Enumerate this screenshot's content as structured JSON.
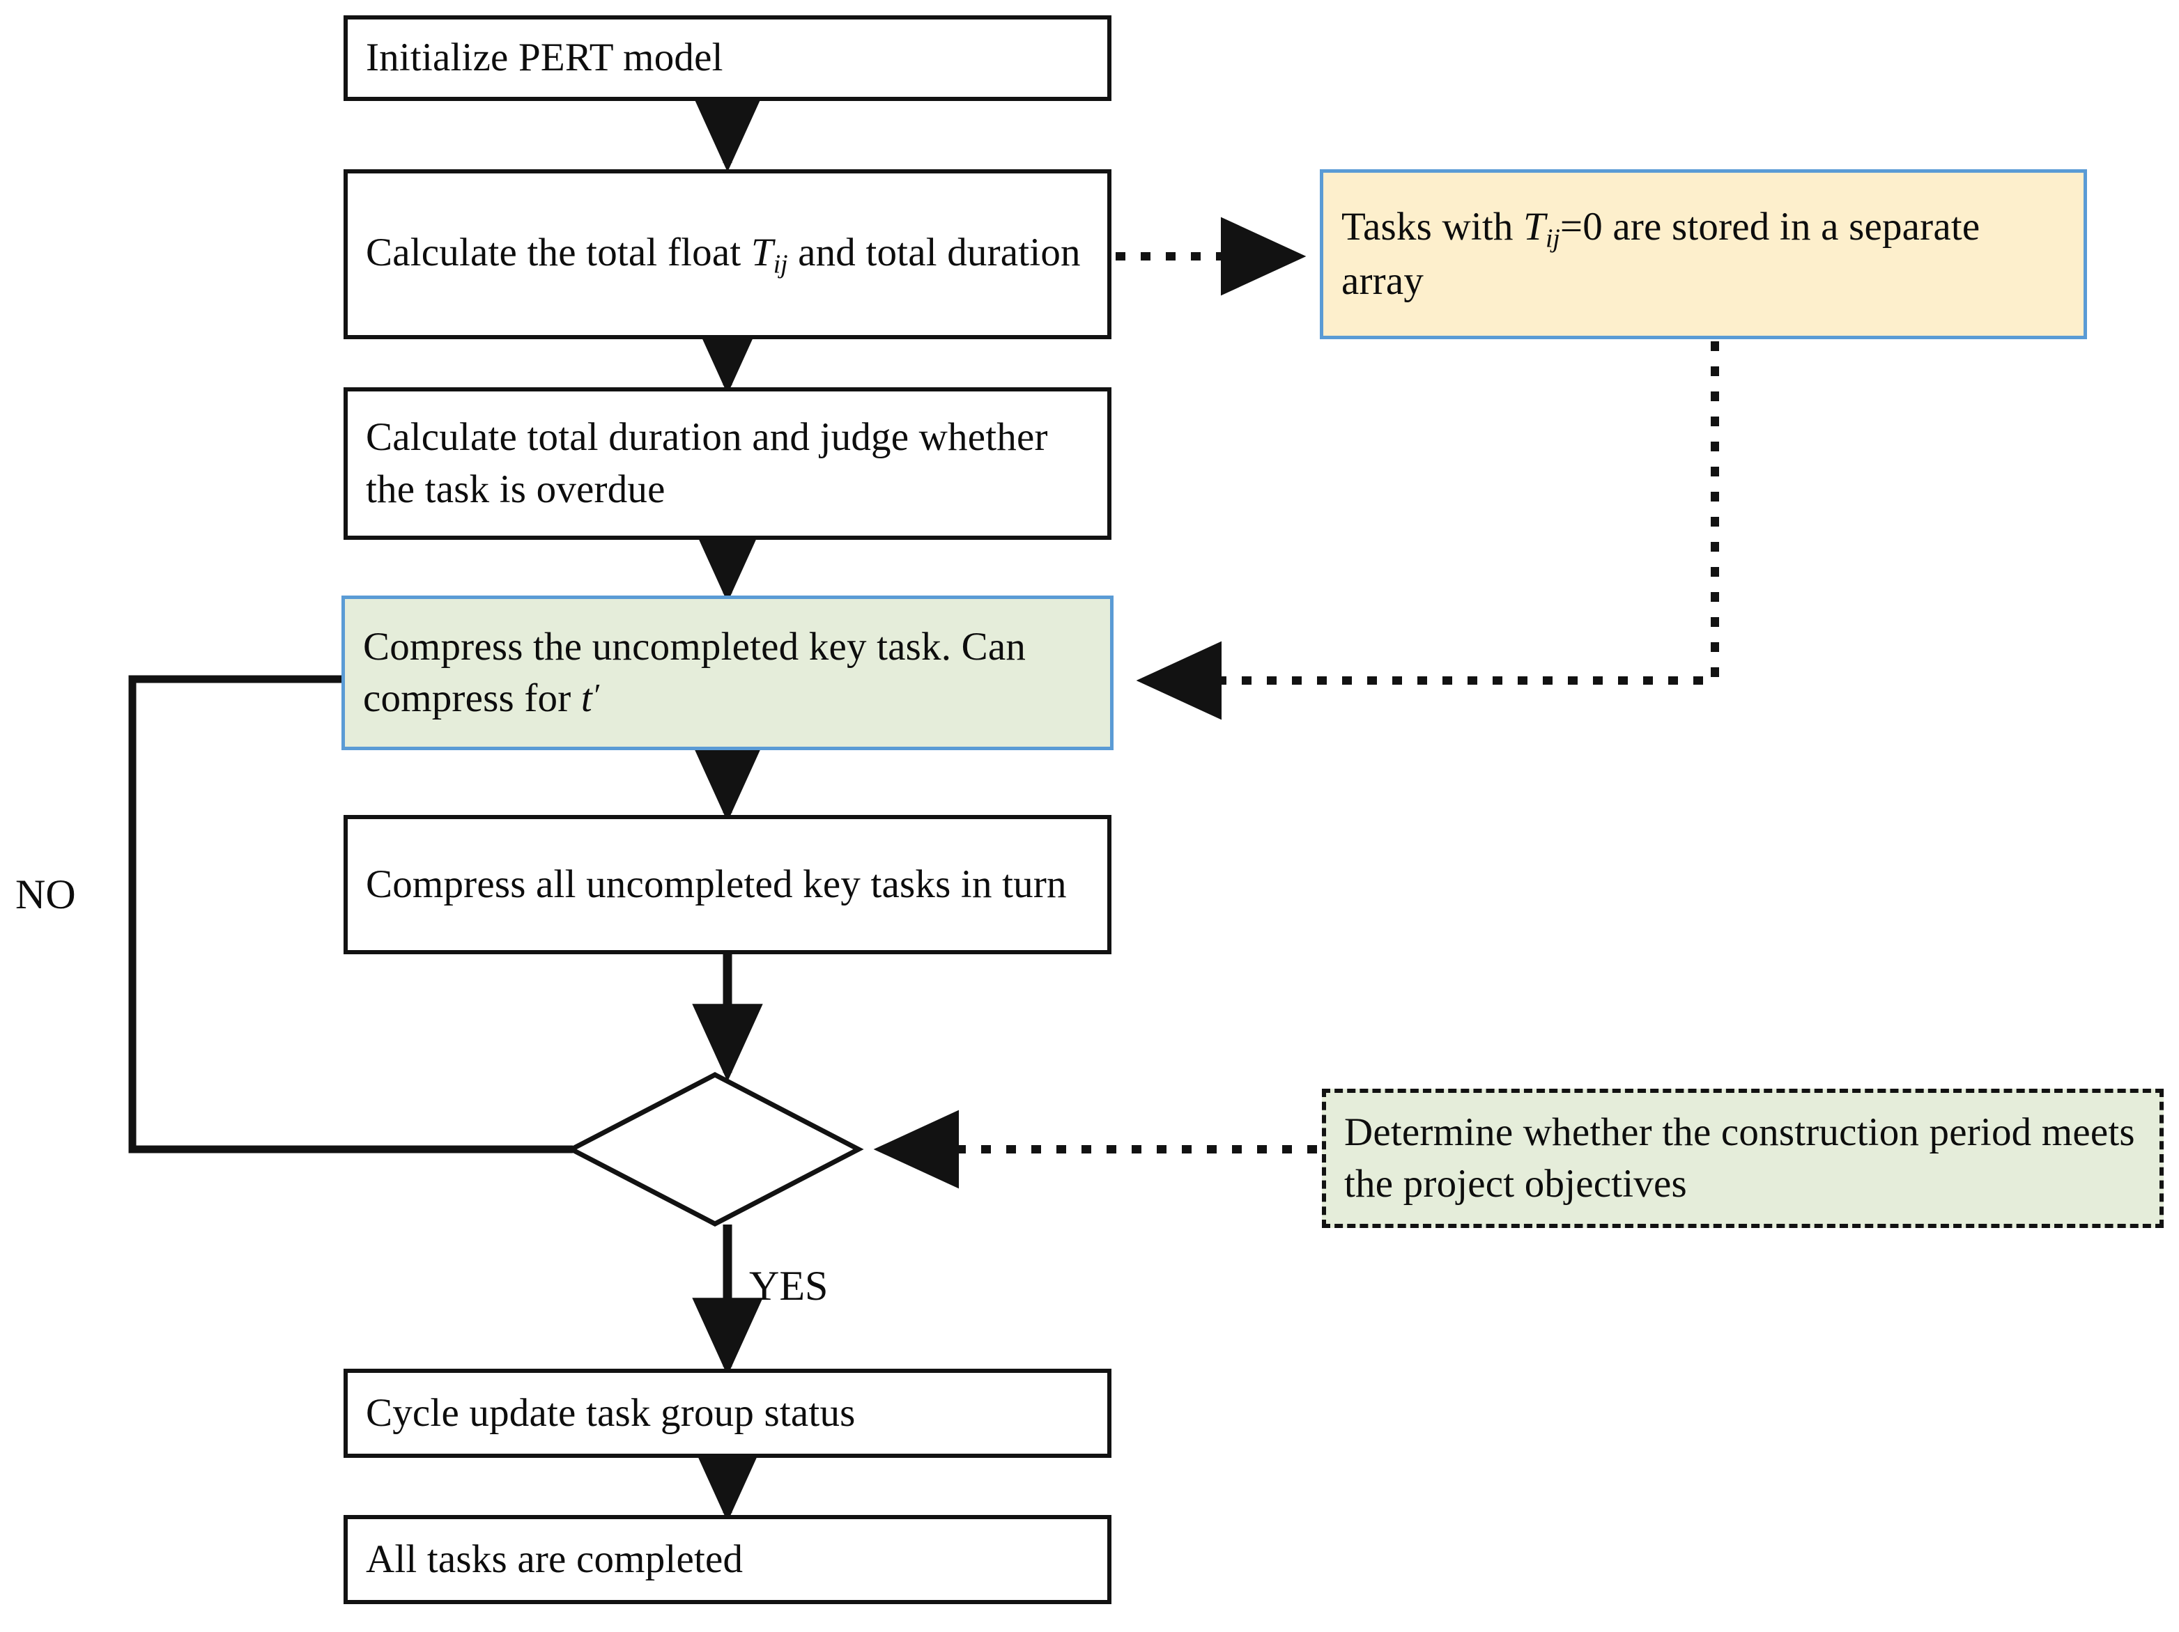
{
  "diagram": {
    "type": "flowchart",
    "title": "PERT model task compression flowchart",
    "colors": {
      "stroke": "#121212",
      "highlight_border": "#5a9bd5",
      "yellow_fill": "#fdefcc",
      "green_fill": "#e5edda",
      "text": "#0d0d0d"
    }
  },
  "nodes": {
    "initialize": {
      "label": "Initialize PERT model",
      "shape": "process",
      "style": "plain"
    },
    "calc_float": {
      "prefix": "Calculate the total float ",
      "var": "T",
      "subscript": "ij",
      "suffix": " and total duration",
      "shape": "process",
      "style": "plain"
    },
    "stored_array": {
      "prefix": "Tasks with ",
      "var": "T",
      "subscript": "ij",
      "suffix": "=0 are stored in a separate array",
      "shape": "annotation",
      "style": "yellow-blue-border"
    },
    "calc_duration": {
      "label": "Calculate total duration and judge whether the task is overdue",
      "shape": "process",
      "style": "plain"
    },
    "compress_one": {
      "prefix": "Compress the uncompleted key task. Can compress for ",
      "var": "t",
      "prime": "′",
      "shape": "process",
      "style": "green-blue-border"
    },
    "compress_all": {
      "label": "Compress all uncompleted key tasks in turn",
      "shape": "process",
      "style": "plain"
    },
    "decision": {
      "label": "",
      "shape": "diamond",
      "style": "plain"
    },
    "determine_note": {
      "label": "Determine whether the construction period meets the project objectives",
      "shape": "annotation",
      "style": "green-dashed-border"
    },
    "cycle_update": {
      "label": "Cycle update task group status",
      "shape": "process",
      "style": "plain"
    },
    "all_completed": {
      "label": "All tasks are completed",
      "shape": "process",
      "style": "plain"
    }
  },
  "edge_labels": {
    "no": "NO",
    "yes": "YES"
  },
  "edges": [
    {
      "from": "initialize",
      "to": "calc_float",
      "style": "solid",
      "arrow": true
    },
    {
      "from": "calc_float",
      "to": "stored_array",
      "style": "dotted",
      "arrow": true
    },
    {
      "from": "calc_float",
      "to": "calc_duration",
      "style": "solid",
      "arrow": true
    },
    {
      "from": "calc_duration",
      "to": "compress_one",
      "style": "solid",
      "arrow": true
    },
    {
      "from": "stored_array",
      "to": "compress_one",
      "style": "dotted",
      "arrow": true
    },
    {
      "from": "compress_one",
      "to": "compress_all",
      "style": "solid",
      "arrow": true
    },
    {
      "from": "compress_all",
      "to": "decision",
      "style": "solid",
      "arrow": true
    },
    {
      "from": "determine_note",
      "to": "decision",
      "style": "dotted",
      "arrow": true
    },
    {
      "from": "decision",
      "to": "compress_one",
      "style": "solid",
      "arrow": true,
      "label": "NO"
    },
    {
      "from": "decision",
      "to": "cycle_update",
      "style": "solid",
      "arrow": true,
      "label": "YES"
    },
    {
      "from": "cycle_update",
      "to": "all_completed",
      "style": "solid",
      "arrow": true
    }
  ]
}
